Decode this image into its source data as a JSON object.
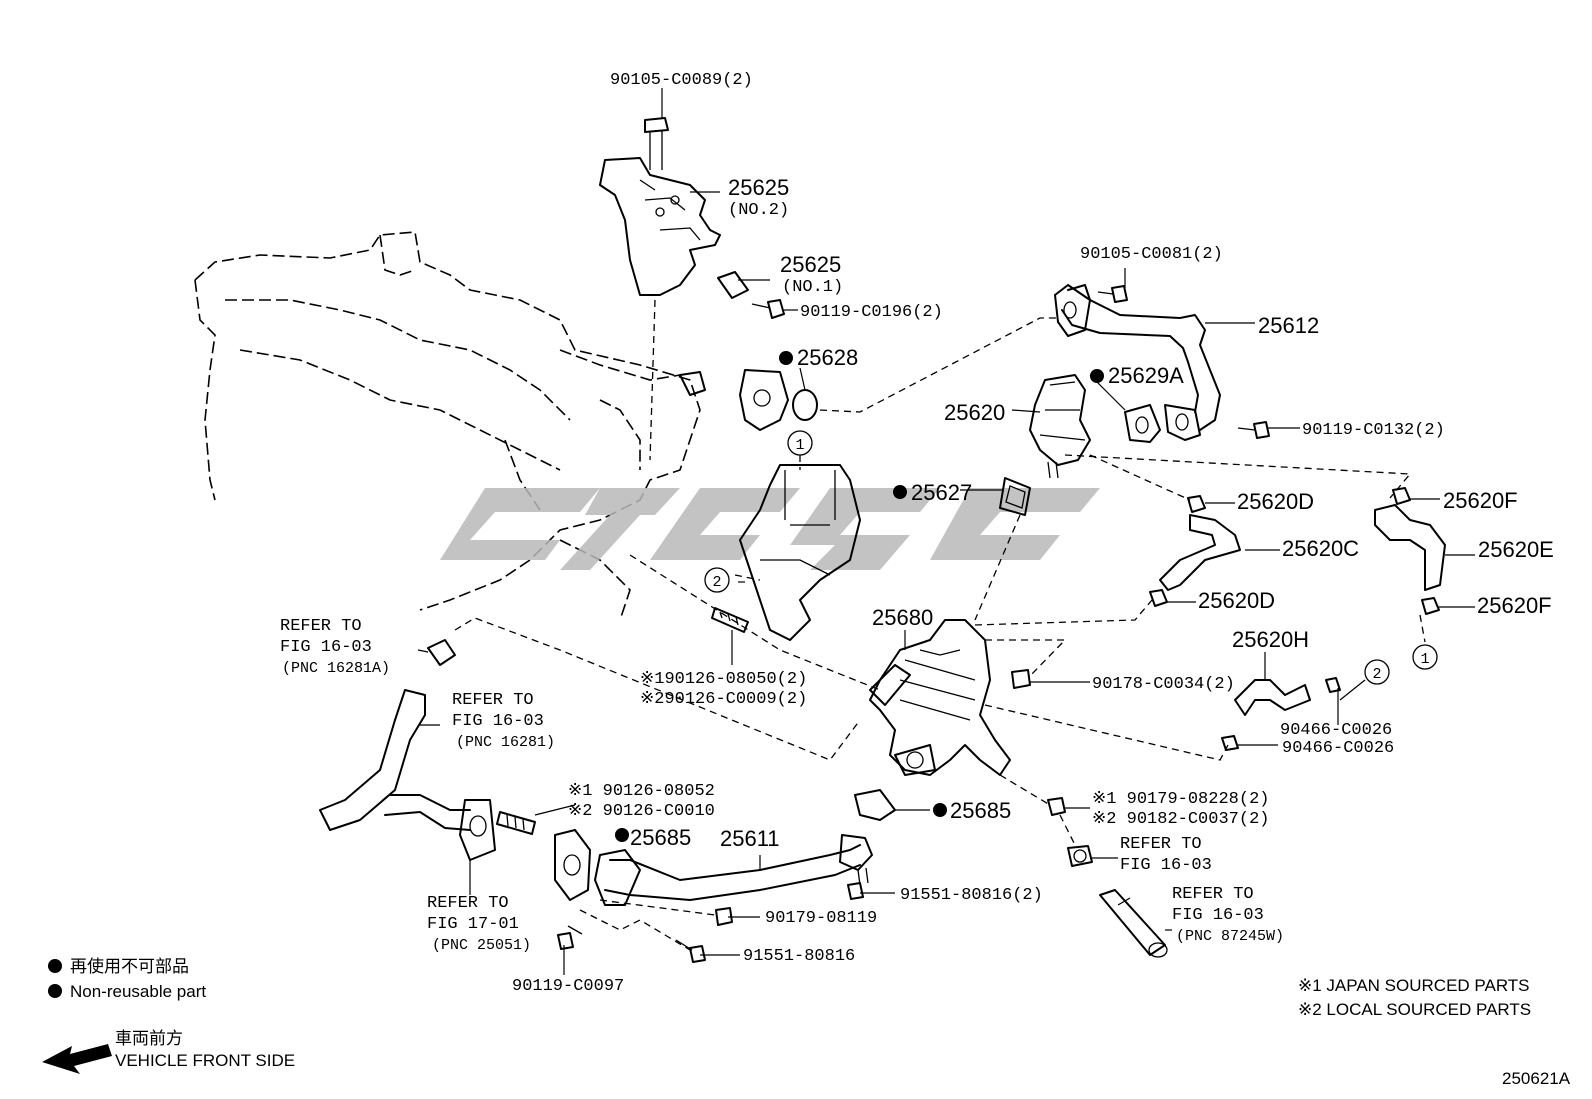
{
  "diagram_id": "250621A",
  "parts": {
    "p90105_C0089": "90105-C0089(2)",
    "p25625_no2_num": "25625",
    "p25625_no2_sub": "(NO.2)",
    "p25625_no1_num": "25625",
    "p25625_no1_sub": "(NO.1)",
    "p90119_C0196": "90119-C0196(2)",
    "p25628": "25628",
    "p90105_C0081": "90105-C0081(2)",
    "p25612": "25612",
    "p25629A": "25629A",
    "p25620": "25620",
    "p90119_C0132": "90119-C0132(2)",
    "p25627": "25627",
    "p25620D_top": "25620D",
    "p25620F_top": "25620F",
    "p25620C": "25620C",
    "p25620E": "25620E",
    "p25620D_bottom": "25620D",
    "p25620F_bottom": "25620F",
    "p25680": "25680",
    "p25620H": "25620H",
    "p90178_C0034": "90178-C0034(2)",
    "p90126_08050": "※190126-08050(2)",
    "p90126_C0009": "※290126-C0009(2)",
    "p90466_C0026_a": "90466-C0026",
    "p90466_C0026_b": "90466-C0026",
    "p90126_08052": "※1 90126-08052",
    "p90126_C0010": "※2 90126-C0010",
    "p90179_08228": "※1 90179-08228(2)",
    "p90182_C0037": "※2 90182-C0037(2)",
    "p25685_left": "25685",
    "p25611": "25611",
    "p25685_right": "25685",
    "p91551_80816_2": "91551-80816(2)",
    "p90179_08119": "90179-08119",
    "p91551_80816": "91551-80816",
    "p90119_C0097": "90119-C0097"
  },
  "refers": {
    "r1_line1": "REFER TO",
    "r1_line2": "FIG 16-03",
    "r1_line3": "(PNC 16281A)",
    "r2_line1": "REFER TO",
    "r2_line2": "FIG 16-03",
    "r2_line3": "(PNC 16281)",
    "r3_line1": "REFER TO",
    "r3_line2": "FIG 17-01",
    "r3_line3": "(PNC 25051)",
    "r4_line1": "REFER TO",
    "r4_line2": "FIG 16-03",
    "r5_line1": "REFER TO",
    "r5_line2": "FIG 16-03",
    "r5_line3": "(PNC 87245W)"
  },
  "callouts": {
    "c1": "1",
    "c2": "2"
  },
  "legend": {
    "nonreusable_jp": "再使用不可部品",
    "nonreusable_en": "Non-reusable part",
    "front_jp": "車両前方",
    "front_en": "VEHICLE FRONT SIDE",
    "note1": "※1 JAPAN SOURCED PARTS",
    "note2": "※2 LOCAL SOURCED PARTS"
  },
  "colors": {
    "ink": "#000000",
    "watermark": "#b8b8b8",
    "background": "#ffffff"
  }
}
